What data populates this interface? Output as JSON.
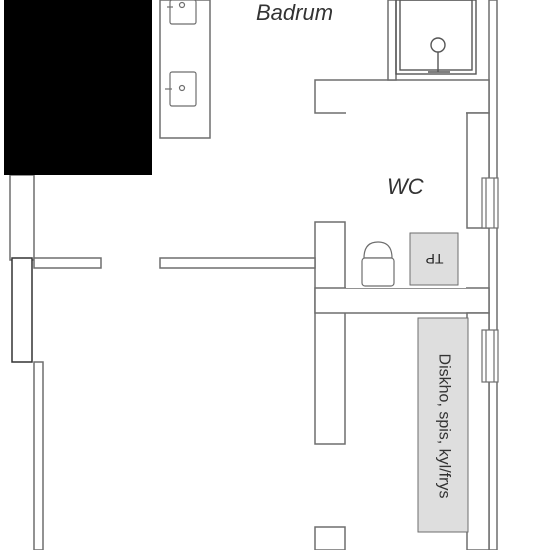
{
  "rooms": {
    "bathroom": "Badrum",
    "toilet": "WC"
  },
  "fixtures": {
    "cabinet_label": "TP",
    "appliances_label": "Diskho, spis, kyl/frys"
  },
  "colors": {
    "wall_fill": "#ffffff",
    "wall_stroke": "#6e6e6e",
    "label_box": "#dedede",
    "redaction": "#000000"
  }
}
